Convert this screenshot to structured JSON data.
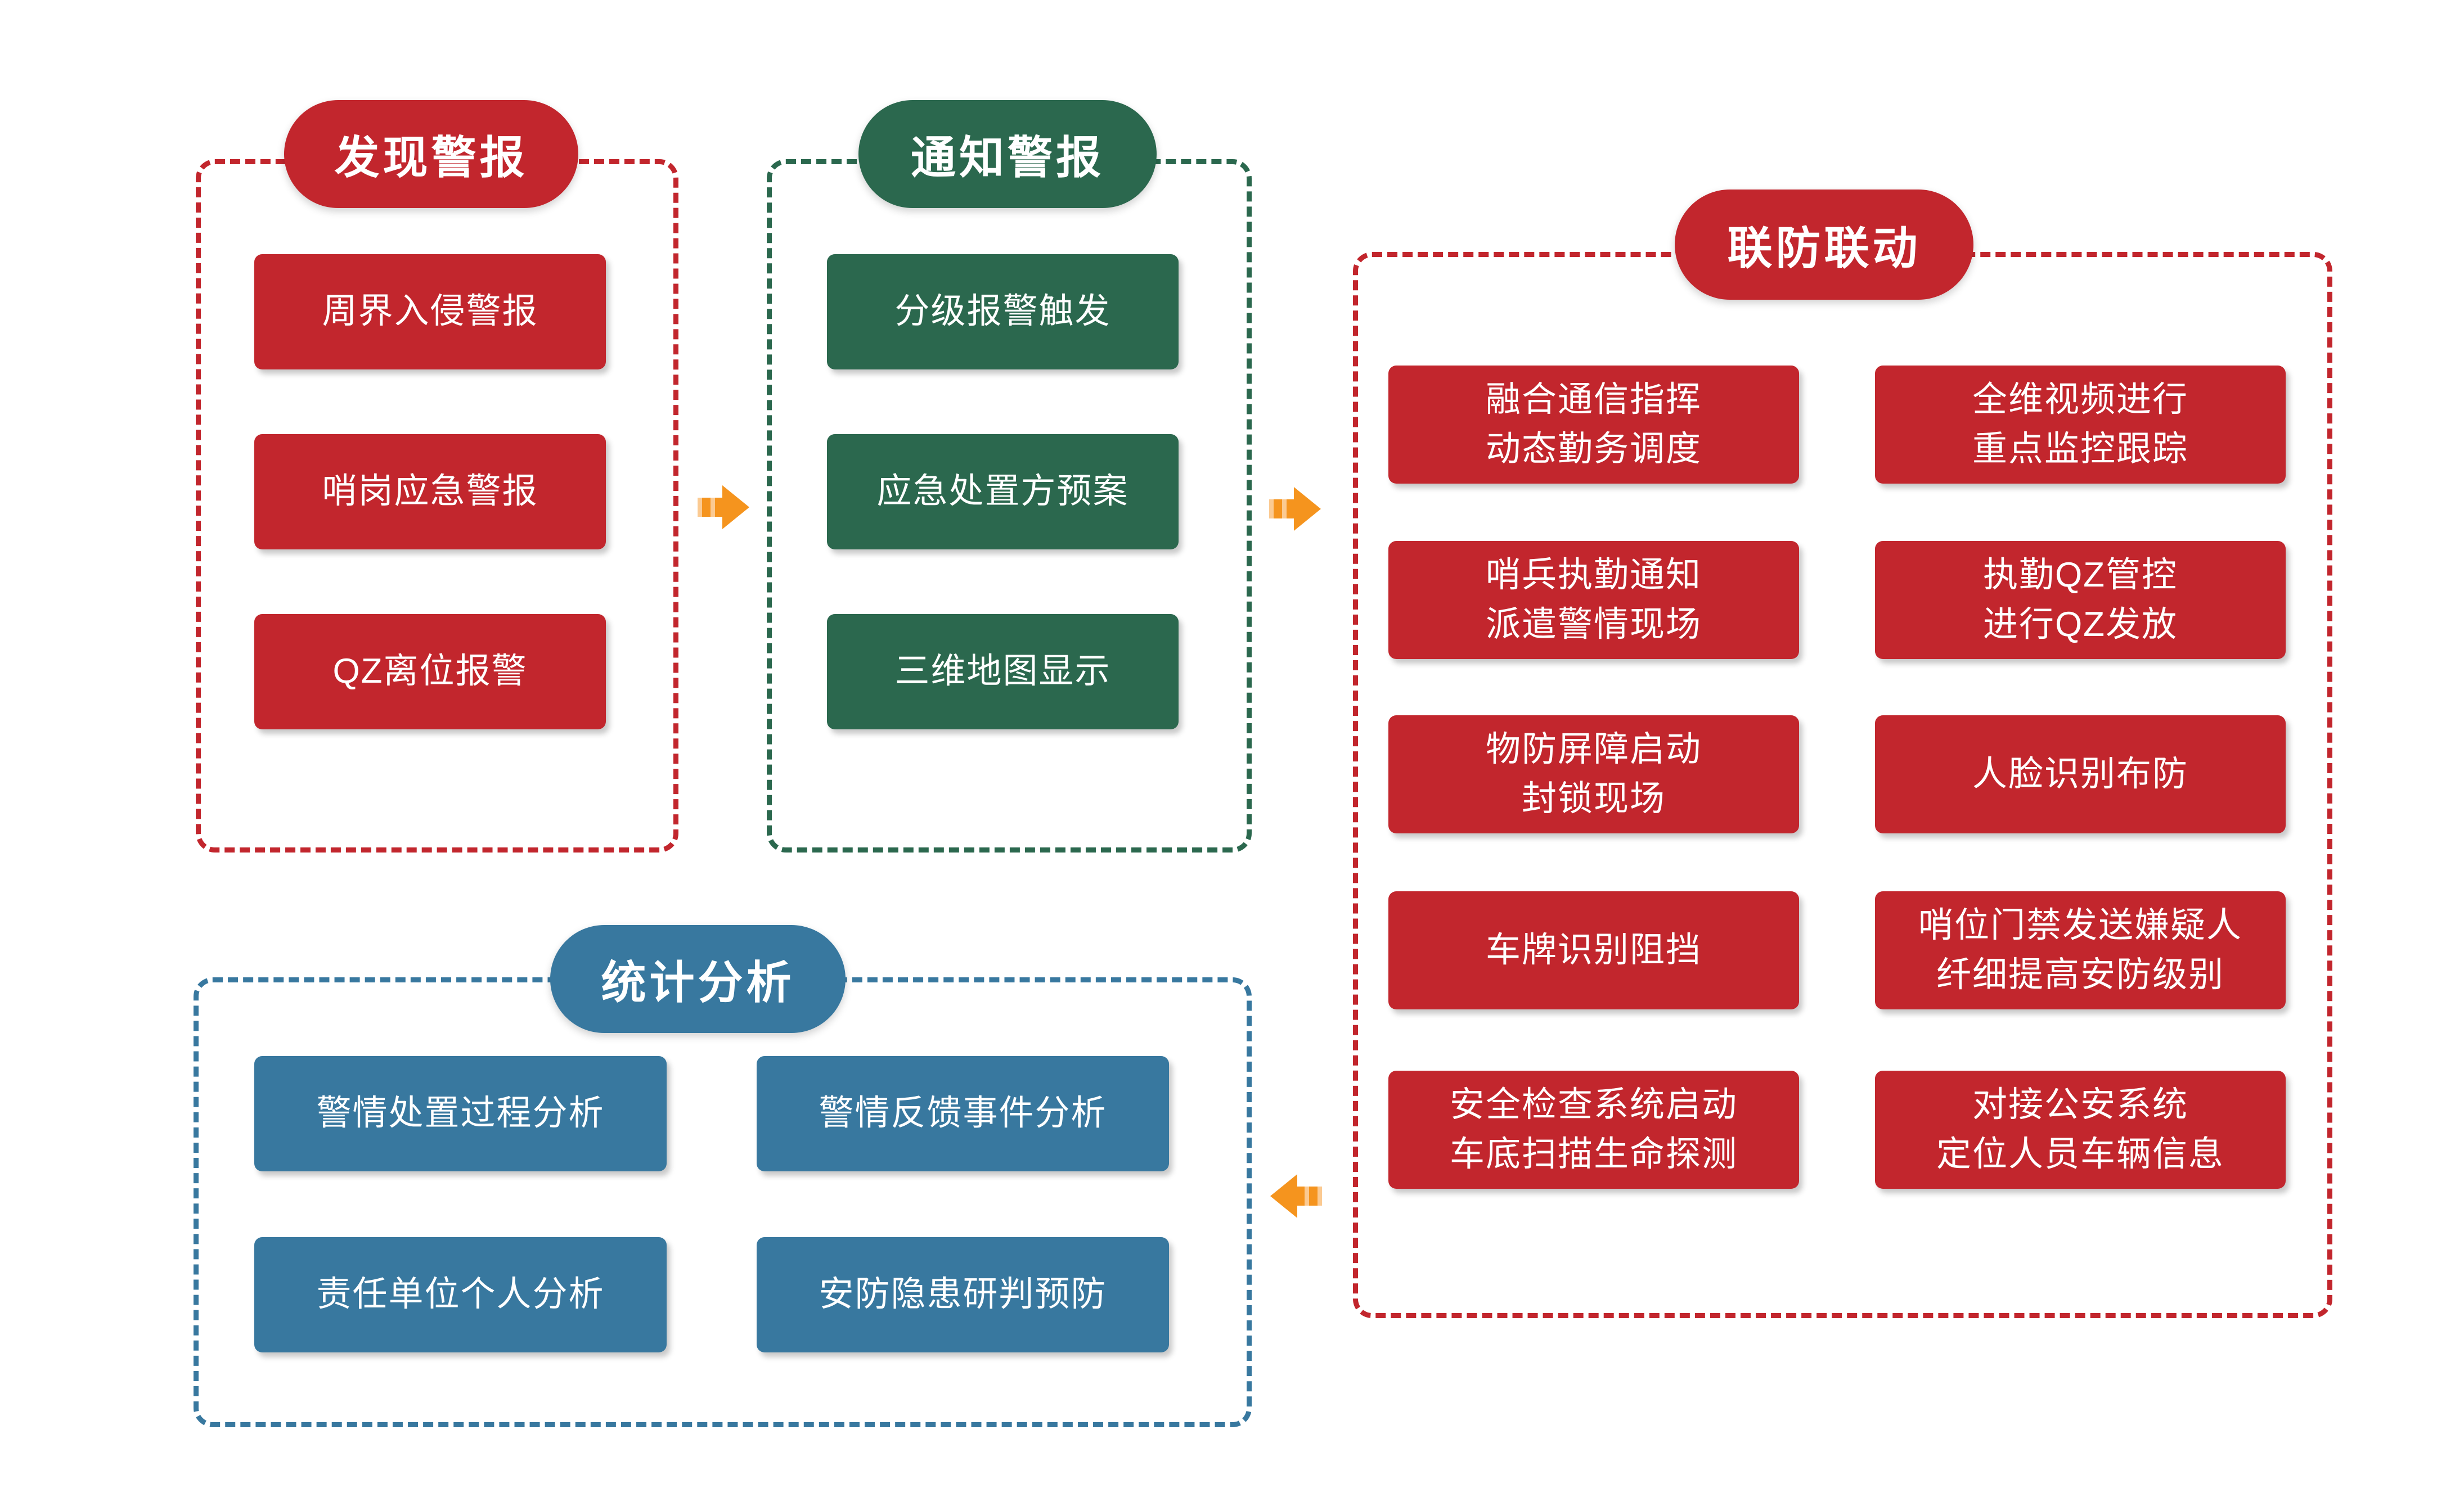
{
  "palette": {
    "red": "#C2262D",
    "green": "#2B684E",
    "blue": "#38789F",
    "orange": "#F5941E",
    "orange_light": "#FBCA92",
    "background": "#FFFFFF"
  },
  "icons": {
    "arrow_right": "striped-flow-arrow-right",
    "arrow_left": "striped-flow-arrow-left"
  },
  "sections": {
    "discover": {
      "title": "发现警报",
      "items": [
        "周界入侵警报",
        "哨岗应急警报",
        "QZ离位报警"
      ]
    },
    "notify": {
      "title": "通知警报",
      "items": [
        "分级报警触发",
        "应急处置方预案",
        "三维地图显示"
      ]
    },
    "joint": {
      "title": "联防联动",
      "rows": [
        {
          "left": "融合通信指挥\n动态勤务调度",
          "right": "全维视频进行\n重点监控跟踪"
        },
        {
          "left": "哨兵执勤通知\n派遣警情现场",
          "right": "执勤QZ管控\n进行QZ发放"
        },
        {
          "left": "物防屏障启动\n封锁现场",
          "right": "人脸识别布防"
        },
        {
          "left": "车牌识别阻挡",
          "right": "哨位门禁发送嫌疑人\n纤细提高安防级别"
        },
        {
          "left": "安全检查系统启动\n车底扫描生命探测",
          "right": "对接公安系统\n定位人员车辆信息"
        }
      ]
    },
    "stats": {
      "title": "统计分析",
      "rows": [
        {
          "left": "警情处置过程分析",
          "right": "警情反馈事件分析"
        },
        {
          "left": "责任单位个人分析",
          "right": "安防隐患研判预防"
        }
      ]
    }
  }
}
